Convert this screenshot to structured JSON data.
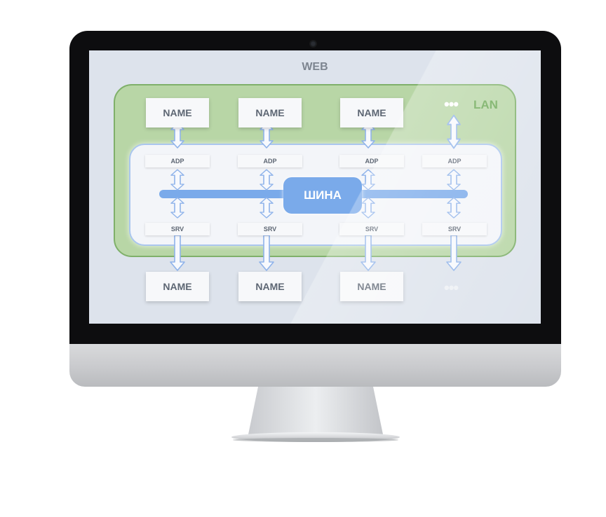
{
  "diagram": {
    "web_label": "WEB",
    "lan_label": "LAN",
    "bus_label": "ШИНА",
    "top_nodes": [
      "NAME",
      "NAME",
      "NAME"
    ],
    "bottom_nodes": [
      "NAME",
      "NAME",
      "NAME"
    ],
    "adapters": [
      "ADP",
      "ADP",
      "ADP",
      "ADP"
    ],
    "servers": [
      "SRV",
      "SRV",
      "SRV",
      "SRV"
    ],
    "more_symbol": "•••"
  },
  "colors": {
    "screen_bg": "#dde3ec",
    "lan_fill": "#b8d6a6",
    "lan_border": "#7fb06a",
    "bus": "#7aaaea",
    "arrow_fill": "#f7f9fd",
    "arrow_stroke": "#8fb3ea"
  },
  "icons": {
    "camera": "camera-icon",
    "arrows": "double-arrow-icon"
  }
}
